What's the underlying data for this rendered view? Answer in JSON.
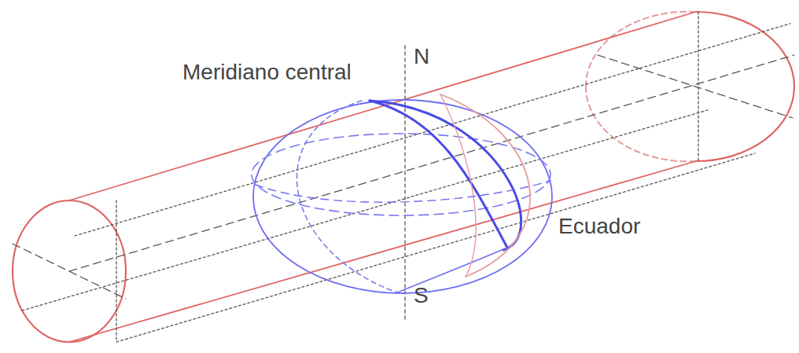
{
  "diagram": {
    "labels": [
      "Meridiano central",
      "N",
      "S",
      "Ecuador"
    ]
  }
}
